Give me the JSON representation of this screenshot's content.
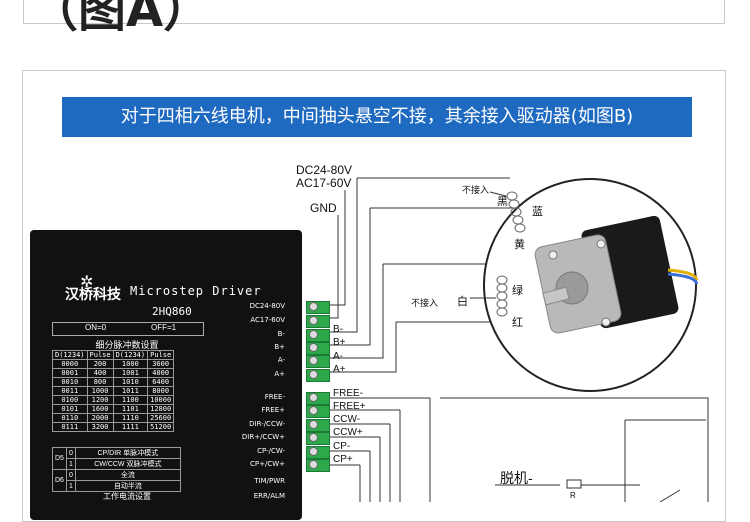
{
  "top_title": "（图A）",
  "banner": "对于四相六线电机，中间抽头悬空不接，其余接入驱动器(如图B)",
  "power": {
    "dc": "DC24-80V",
    "ac": "AC17-60V",
    "gnd": "GND"
  },
  "driver": {
    "brand": "汉桥科技",
    "title": "Microstep Driver",
    "model": "2HQ860",
    "on_label": "ON=0",
    "off_label": "OFF=1",
    "subdiv_title": "细分脉冲数设置",
    "subdiv_table": [
      [
        "D(1234)",
        "Pulse",
        "D(1234)",
        "Pulse"
      ],
      [
        "0000",
        "200",
        "1000",
        "3600"
      ],
      [
        "0001",
        "400",
        "1001",
        "4000"
      ],
      [
        "0010",
        "800",
        "1010",
        "6400"
      ],
      [
        "0011",
        "1000",
        "1011",
        "8000"
      ],
      [
        "0100",
        "1200",
        "1100",
        "10000"
      ],
      [
        "0101",
        "1600",
        "1101",
        "12800"
      ],
      [
        "0110",
        "2000",
        "1110",
        "25600"
      ],
      [
        "0111",
        "3200",
        "1111",
        "51200"
      ]
    ],
    "d5": {
      "label": "D5",
      "r0v": "0",
      "r0t": "CP/DIR 单脉冲模式",
      "r1v": "1",
      "r1t": "CW/CCW 双脉冲模式"
    },
    "d6": {
      "label": "D6",
      "r0v": "0",
      "r0t": "全流",
      "r1v": "1",
      "r1t": "自动半流"
    },
    "current_title": "工作电流设置",
    "ports": [
      "DC24-80V",
      "AC17-60V",
      "B-",
      "B+",
      "A-",
      "A+",
      "FREE-",
      "FREE+",
      "DIR-/CCW-",
      "DIR+/CCW+",
      "CP-/CW-",
      "CP+/CW+",
      "TIM/PWR",
      "ERR/ALM"
    ]
  },
  "wires": [
    "B-",
    "B+",
    "A-",
    "A+",
    "FREE-",
    "FREE+",
    "CCW-",
    "CCW+",
    "CP-",
    "CP+"
  ],
  "motor_labels": {
    "nc1": "不接入",
    "black": "黑",
    "blue": "蓝",
    "yellow": "黄",
    "nc2": "不接入",
    "white": "白",
    "green": "绿",
    "red": "红"
  },
  "offline": "脱机-",
  "resistor": "R"
}
